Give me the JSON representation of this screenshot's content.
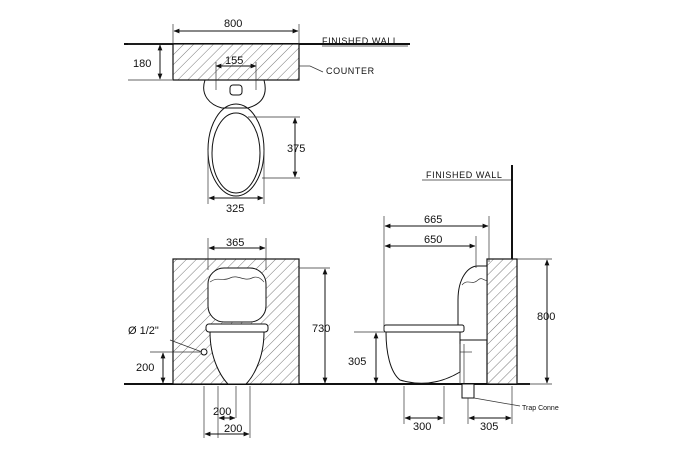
{
  "plan_view": {
    "width_800": "800",
    "depth_180": "180",
    "hole_155": "155",
    "bowl_375": "375",
    "width_325": "325",
    "finished_wall_label": "FINISHED WALL",
    "counter_label": "COUNTER"
  },
  "front_view": {
    "width_365": "365",
    "height_730": "730",
    "pipe_label": "Ø 1/2\"",
    "height_200": "200",
    "offset_200_a": "200",
    "offset_200_b": "200"
  },
  "side_view": {
    "finished_wall_label": "FINISHED WALL",
    "depth_665": "665",
    "depth_650": "650",
    "height_800": "800",
    "height_305": "305",
    "offset_300": "300",
    "offset_305": "305",
    "trap_label": "Trap Conne"
  }
}
